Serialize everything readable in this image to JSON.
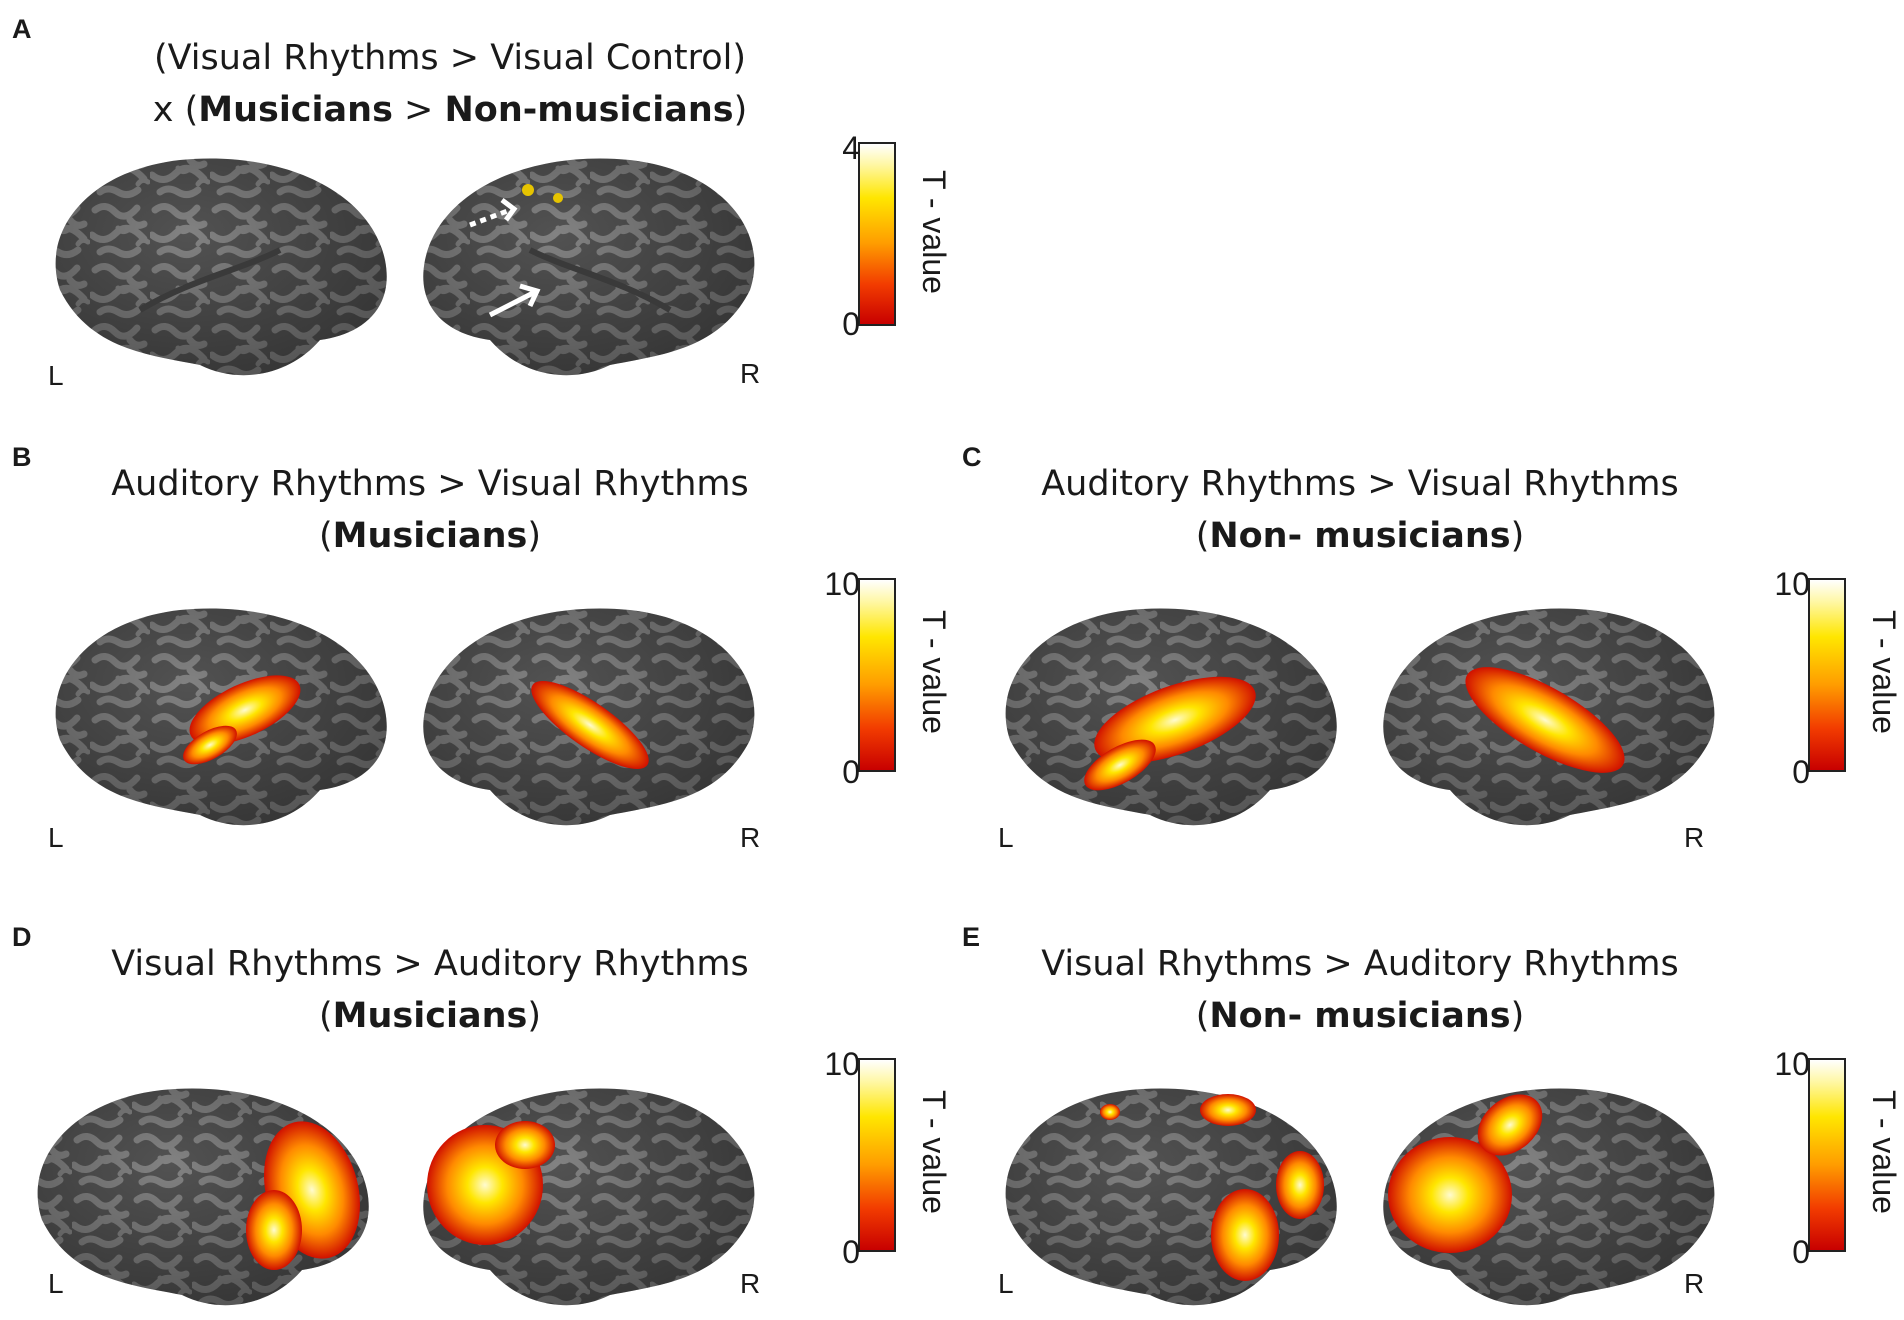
{
  "panels": {
    "A": {
      "letter": "A",
      "title_line1": "(Visual Rhythms > Visual Control)",
      "title_line2_prefix": "x (",
      "title_line2_bold1": "Musicians",
      "title_line2_mid": " > ",
      "title_line2_bold2": "Non-musicians",
      "title_line2_suffix": ")",
      "left_label": "L",
      "right_label": "R",
      "cbar_max": "4",
      "cbar_min": "0",
      "cbar_label": "T - value"
    },
    "B": {
      "letter": "B",
      "title_line1": "Auditory Rhythms > Visual Rhythms",
      "title_line2_prefix": "(",
      "title_line2_bold": "Musicians",
      "title_line2_suffix": ")",
      "left_label": "L",
      "right_label": "R",
      "cbar_max": "10",
      "cbar_min": "0",
      "cbar_label": "T - value"
    },
    "C": {
      "letter": "C",
      "title_line1": "Auditory Rhythms > Visual Rhythms",
      "title_line2_prefix": "(",
      "title_line2_bold": "Non- musicians",
      "title_line2_suffix": ")",
      "left_label": "L",
      "right_label": "R",
      "cbar_max": "10",
      "cbar_min": "0",
      "cbar_label": "T - value"
    },
    "D": {
      "letter": "D",
      "title_line1": "Visual Rhythms > Auditory Rhythms",
      "title_line2_prefix": "(",
      "title_line2_bold": "Musicians",
      "title_line2_suffix": ")",
      "left_label": "L",
      "right_label": "R",
      "cbar_max": "10",
      "cbar_min": "0",
      "cbar_label": "T - value"
    },
    "E": {
      "letter": "E",
      "title_line1": "Visual Rhythms > Auditory Rhythms",
      "title_line2_prefix": "(",
      "title_line2_bold": "Non- musicians",
      "title_line2_suffix": ")",
      "left_label": "L",
      "right_label": "R",
      "cbar_max": "10",
      "cbar_min": "0",
      "cbar_label": "T - value"
    }
  },
  "colors": {
    "brain_dark": "#4a4a4a",
    "brain_light": "#7d7d7d",
    "activation_low": "#c80000",
    "activation_mid": "#ff9d00",
    "activation_high": "#fff7a0"
  }
}
